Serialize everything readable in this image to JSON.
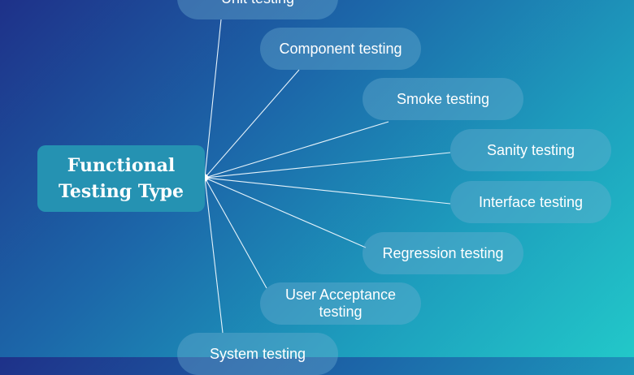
{
  "root": {
    "title": "Functional Testing Type"
  },
  "leaves": [
    "Unit testing",
    "Component testing",
    "Smoke testing",
    "Sanity testing",
    "Interface testing",
    "Regression testing",
    "User Acceptance testing",
    "System testing"
  ],
  "colors": {
    "background_start": "#1e3189",
    "background_end": "#22c8c9",
    "root_fill": "#2592b2",
    "connector": "#e6f3fb",
    "text": "#ffffff"
  }
}
